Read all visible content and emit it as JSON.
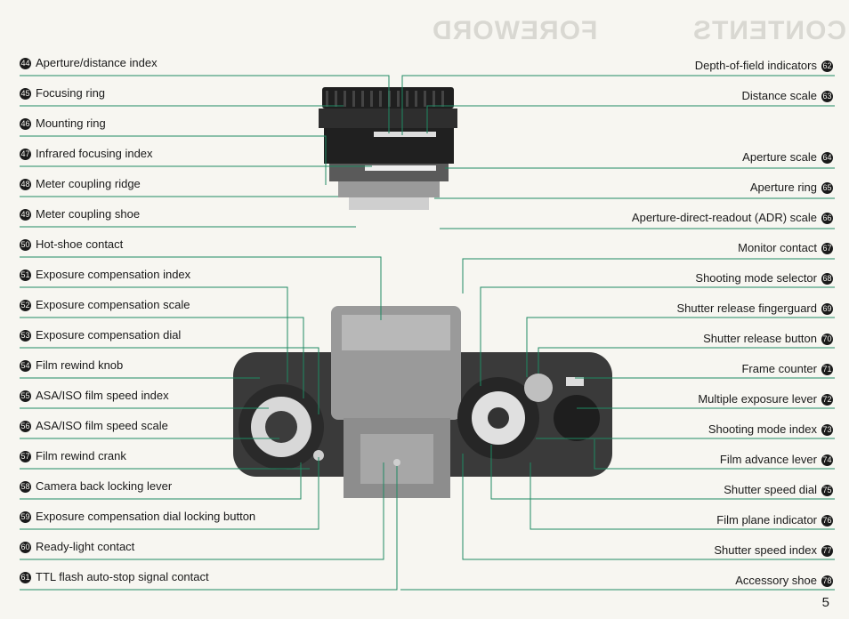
{
  "left_labels": [
    {
      "num": "44",
      "text": "Aperture/distance index"
    },
    {
      "num": "45",
      "text": "Focusing ring"
    },
    {
      "num": "46",
      "text": "Mounting ring"
    },
    {
      "num": "47",
      "text": "Infrared focusing index"
    },
    {
      "num": "48",
      "text": "Meter coupling ridge"
    },
    {
      "num": "49",
      "text": "Meter coupling shoe"
    },
    {
      "num": "50",
      "text": "Hot-shoe contact"
    },
    {
      "num": "51",
      "text": "Exposure compensation index"
    },
    {
      "num": "52",
      "text": "Exposure compensation scale"
    },
    {
      "num": "53",
      "text": "Exposure compensation dial"
    },
    {
      "num": "54",
      "text": "Film rewind knob"
    },
    {
      "num": "55",
      "text": "ASA/ISO film speed index"
    },
    {
      "num": "56",
      "text": "ASA/ISO film speed scale"
    },
    {
      "num": "57",
      "text": "Film rewind crank"
    },
    {
      "num": "58",
      "text": "Camera back locking lever"
    },
    {
      "num": "59",
      "text": "Exposure compensation dial locking button"
    },
    {
      "num": "60",
      "text": "Ready-light contact"
    },
    {
      "num": "61",
      "text": "TTL flash auto-stop signal contact"
    }
  ],
  "right_labels": [
    {
      "num": "62",
      "text": "Depth-of-field indicators"
    },
    {
      "num": "63",
      "text": "Distance scale"
    },
    {
      "num": "64",
      "text": "Aperture scale"
    },
    {
      "num": "65",
      "text": "Aperture ring"
    },
    {
      "num": "66",
      "text": "Aperture-direct-readout (ADR) scale"
    },
    {
      "num": "67",
      "text": "Monitor contact"
    },
    {
      "num": "68",
      "text": "Shooting mode selector"
    },
    {
      "num": "69",
      "text": "Shutter release fingerguard"
    },
    {
      "num": "70",
      "text": "Shutter release button"
    },
    {
      "num": "71",
      "text": "Frame counter"
    },
    {
      "num": "72",
      "text": "Multiple exposure lever"
    },
    {
      "num": "73",
      "text": "Shooting mode index"
    },
    {
      "num": "74",
      "text": "Film advance lever"
    },
    {
      "num": "75",
      "text": "Shutter speed dial"
    },
    {
      "num": "76",
      "text": "Film plane indicator"
    },
    {
      "num": "77",
      "text": "Shutter speed index"
    },
    {
      "num": "78",
      "text": "Accessory shoe"
    }
  ],
  "page_number": "5",
  "colors": {
    "leader": "#1f8a63",
    "camera_body": "#8d8d8d",
    "camera_dark": "#2a2a2a",
    "paper": "#f7f6f1"
  }
}
